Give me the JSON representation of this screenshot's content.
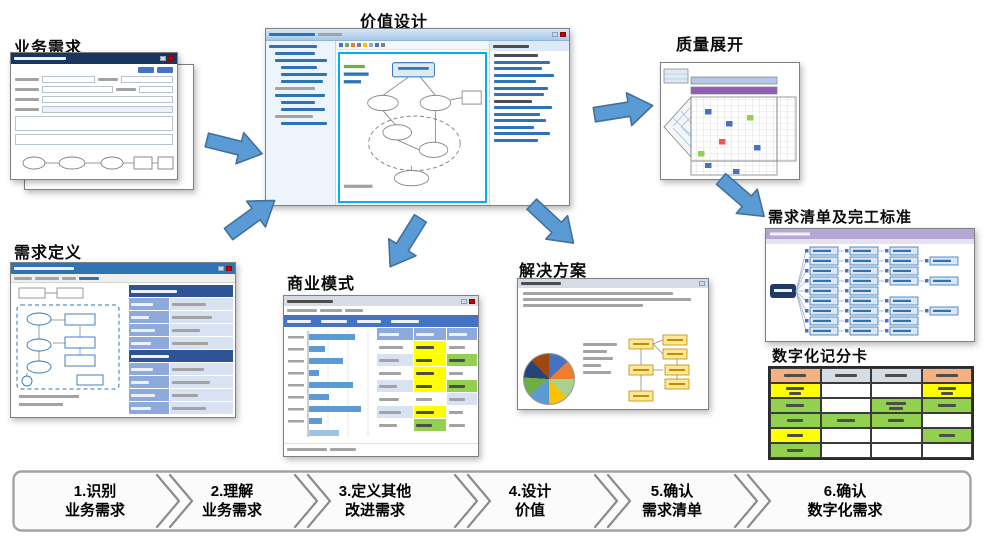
{
  "panels": {
    "business_requirements": {
      "label": "业务需求"
    },
    "requirements_definition": {
      "label": "需求定义"
    },
    "value_design": {
      "label": "价值设计"
    },
    "quality_deployment": {
      "label": "质量展开"
    },
    "business_model": {
      "label": "商业模式"
    },
    "solution": {
      "label": "解决方案"
    },
    "requirements_list": {
      "label": "需求清单及完工标准"
    },
    "digital_scorecard": {
      "label": "数字化记分卡"
    }
  },
  "process_bar": {
    "steps": [
      {
        "line1": "1.识别",
        "line2": "业务需求"
      },
      {
        "line1": "2.理解",
        "line2": "业务需求"
      },
      {
        "line1": "3.定义其他",
        "line2": "改进需求"
      },
      {
        "line1": "4.设计",
        "line2": "价值"
      },
      {
        "line1": "5.确认",
        "line2": "需求清单"
      },
      {
        "line1": "6.确认",
        "line2": "数字化需求"
      }
    ]
  },
  "colors": {
    "arrow_fill": "#5B9BD5",
    "arrow_border": "#41719C",
    "navy_titlebar": "#17375E",
    "blue_table_header": "#2F5496",
    "medium_blue_cell": "#8EAADB",
    "light_blue_cell": "#D9E2F3",
    "highlight_yellow": "#FFFF00",
    "highlight_green": "#92D050",
    "lavender_band": "#B4A7D6",
    "purple_band": "#7030A0",
    "selection_cyan": "#00B0F0",
    "header_orange": "#F4B183"
  }
}
